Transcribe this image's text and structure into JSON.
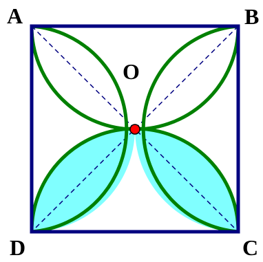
{
  "labels": {
    "A": "A",
    "B": "B",
    "C": "C",
    "D": "D",
    "O": "O"
  },
  "colors": {
    "square_border": "#000080",
    "petal_arcs": "#008000",
    "diagonals": "#000080",
    "shaded_region": "#80ffff",
    "center_point": "#ff0000",
    "background": "#ffffff"
  }
}
